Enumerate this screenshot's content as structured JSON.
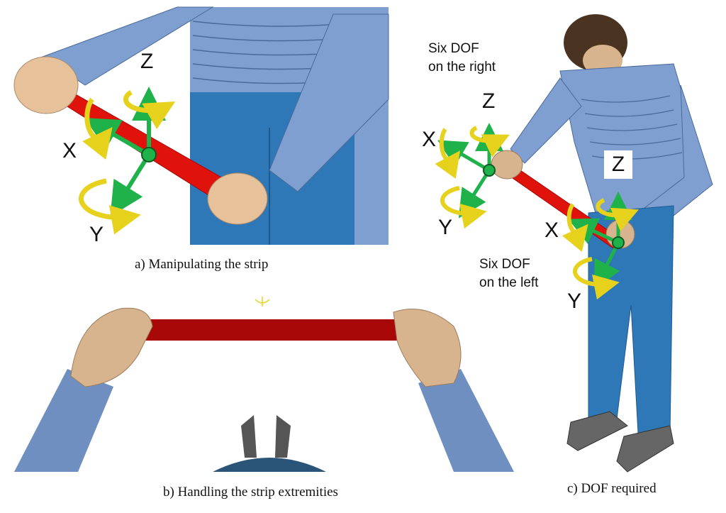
{
  "panels": {
    "a": {
      "caption": "a)  Manipulating the strip",
      "axes": {
        "z": "Z",
        "x": "X",
        "y": "Y"
      }
    },
    "b": {
      "caption": "b)  Handling the strip extremities"
    },
    "c": {
      "caption": "c)  DOF required",
      "right_note_line1": "Six DOF",
      "right_note_line2": "on the right",
      "left_note_line1": "Six DOF",
      "left_note_line2": "on the left",
      "right_axes": {
        "z": "Z",
        "x": "X",
        "y": "Y"
      },
      "left_axes": {
        "z": "Z",
        "x": "X",
        "y": "Y"
      }
    }
  },
  "colors": {
    "strip": "#e0120c",
    "strip_dark": "#a80808",
    "arrow": "#1fb24a",
    "rotation": "#e6d21c",
    "shirt": "#7f9fd0",
    "pants": "#2f78b8",
    "skin": "#e6c19a"
  }
}
